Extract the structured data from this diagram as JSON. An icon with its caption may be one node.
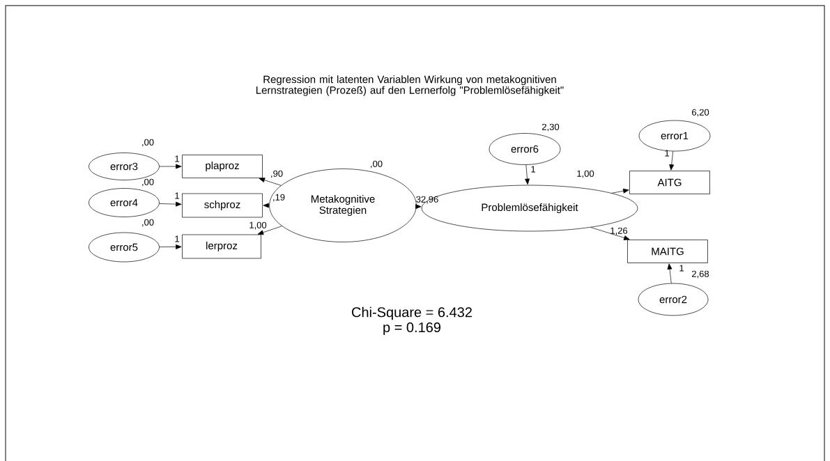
{
  "diagram": {
    "title": "Regression mit latenten Variablen Wirkung von metakognitiven Lernstrategien (Prozeß) auf den Lernerfolg \"Problemlösefähigkeit\"",
    "nodes": [
      {
        "text": [
          "error3"
        ],
        "beside": [
          ",00"
        ]
      },
      {
        "text": [
          "plaproz"
        ]
      },
      {
        "text": [
          "error4"
        ],
        "beside": [
          ",00"
        ]
      },
      {
        "text": [
          "schproz"
        ]
      },
      {
        "text": [
          "error5"
        ],
        "beside": [
          ",00"
        ]
      },
      {
        "text": [
          "lerproz"
        ]
      },
      {
        "text": [
          "Metakognitive Strategien"
        ],
        "beside": [
          ",00"
        ]
      },
      {
        "text": [
          "error6"
        ],
        "beside": [
          "2,30"
        ]
      },
      {
        "text": [
          "Problemlösefähigkeit"
        ]
      },
      {
        "text": [
          "error1"
        ],
        "beside": [
          "6,20"
        ]
      },
      {
        "text": [
          "AITG"
        ]
      },
      {
        "text": [
          "MAITG"
        ]
      },
      {
        "text": [
          "error2"
        ],
        "beside": [
          "2,68"
        ]
      }
    ],
    "edges": [
      {
        "from": 0,
        "to": 1,
        "arrow": "to",
        "label": "1"
      },
      {
        "from": 2,
        "to": 3,
        "arrow": "to",
        "label": "1"
      },
      {
        "from": 4,
        "to": 5,
        "arrow": "to",
        "label": "1"
      },
      {
        "from": 6,
        "to": 1,
        "arrow": "to",
        "label": ",90"
      },
      {
        "from": 6,
        "to": 3,
        "arrow": "to",
        "label": ",19"
      },
      {
        "from": 6,
        "to": 5,
        "arrow": "to",
        "label": "1,00"
      },
      {
        "from": 6,
        "to": 8,
        "arrow": "to",
        "label": "32,96"
      },
      {
        "from": 7,
        "to": 8,
        "arrow": "to",
        "label": "1"
      },
      {
        "from": 8,
        "to": 10,
        "arrow": "to",
        "label": "1,00"
      },
      {
        "from": 8,
        "to": 11,
        "arrow": "to",
        "label": "1,26"
      },
      {
        "from": 9,
        "to": 10,
        "arrow": "to",
        "label": "1"
      },
      {
        "from": 12,
        "to": 11,
        "arrow": "to",
        "label": "1"
      }
    ],
    "labels": [
      "Chi-Square = 6.432",
      "p = 0.169"
    ]
  }
}
